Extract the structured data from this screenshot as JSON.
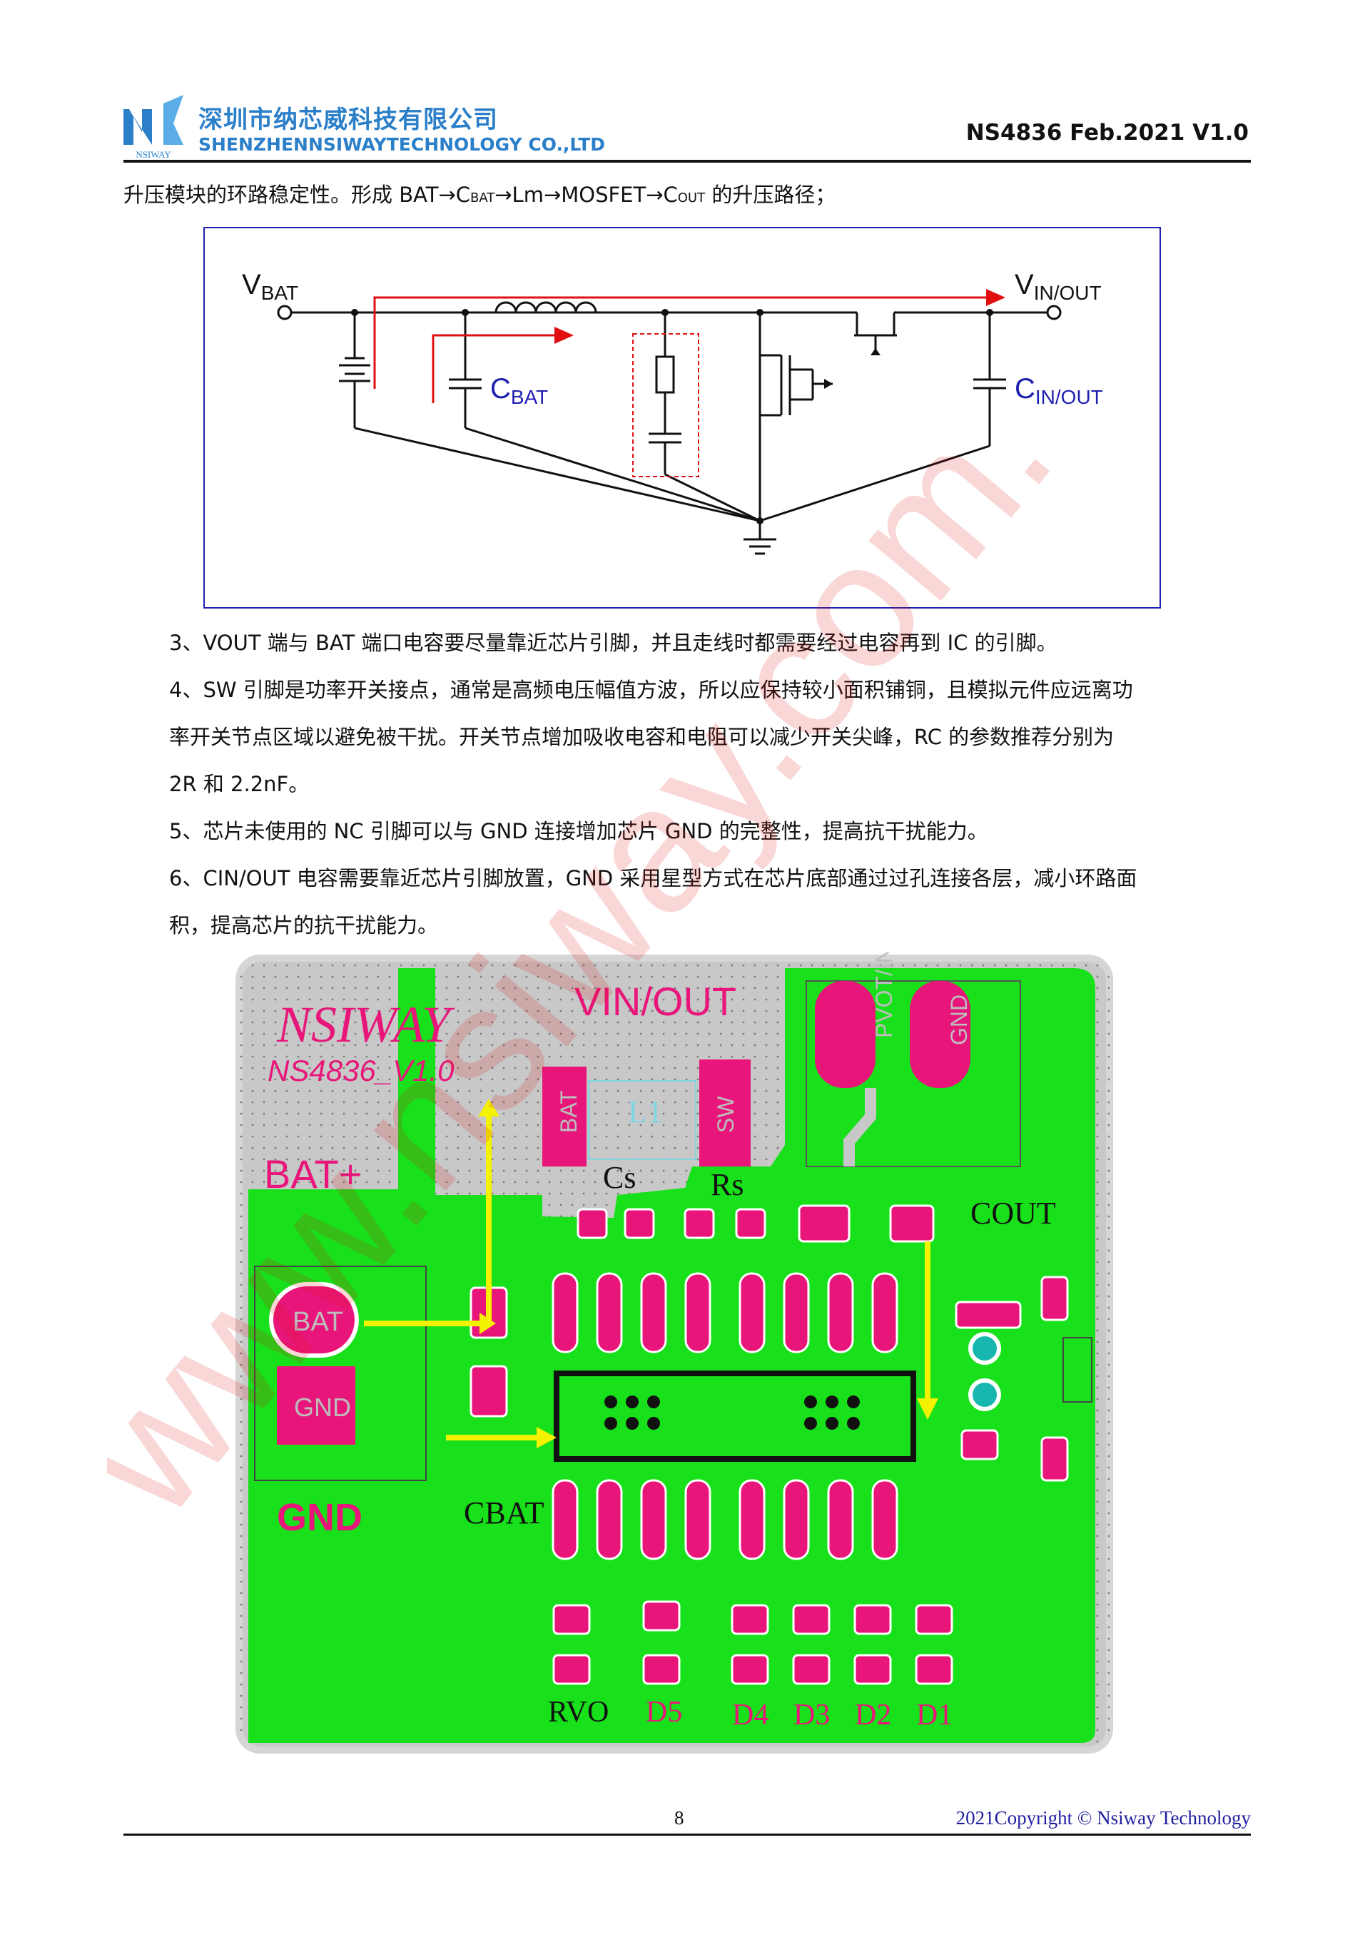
{
  "header": {
    "company_cn": "深圳市纳芯威科技有限公司",
    "company_en": "SHENZHENNSIWAYTECHNOLOGY CO.,LTD",
    "logo_text": "NSIWAY",
    "doc_id": "NS4836 Feb.2021 V1.0"
  },
  "intro": {
    "text_a": "升压模块的环路稳定性。形成 BAT→C",
    "sub_bat": "BAT",
    "text_b": "→Lm→MOSFET→C",
    "sub_out": "OUT",
    "text_c": " 的升压路径；"
  },
  "circuit": {
    "vbat_main": "V",
    "vbat_sub": "BAT",
    "vinout_main": "V",
    "vinout_sub": "IN/OUT",
    "cbat_main": "C",
    "cbat_sub": "BAT",
    "cinout_main": "C",
    "cinout_sub": "IN/OUT",
    "accent_red": "#e01010",
    "accent_blue": "#1f1fb0"
  },
  "items": {
    "item3": "3、VOUT 端与 BAT 端口电容要尽量靠近芯片引脚，并且走线时都需要经过电容再到 IC 的引脚。",
    "item4_l1": "4、SW 引脚是功率开关接点，通常是高频电压幅值方波，所以应保持较小面积铺铜，且模拟元件应远离功",
    "item4_l2": "率开关节点区域以避免被干扰。开关节点增加吸收电容和电阻可以减少开关尖峰，RC 的参数推荐分别为",
    "item4_l3": "2R 和 2.2nF。",
    "item5": "5、芯片未使用的 NC 引脚可以与 GND 连接增加芯片 GND 的完整性，提高抗干扰能力。",
    "item6_l1": "6、CIN/OUT 电容需要靠近芯片引脚放置，GND 采用星型方式在芯片底部通过过孔连接各层，减小环路面",
    "item6_l2": "积，提高芯片的抗干扰能力。"
  },
  "pcb": {
    "brand": "NSIWAY",
    "version": "NS4836_V1.0",
    "vinout": "VIN/OUT",
    "bat_plus": "BAT+",
    "gnd_big": "GND",
    "pad_bat": "BAT",
    "pad_sw": "SW",
    "inductor": "L1",
    "cs": "Cs",
    "rs": "Rs",
    "cout": "COUT",
    "cbat": "CBAT",
    "pvotin": "PVOT/IN",
    "gnd": "GND",
    "rvo": "RVO",
    "d5": "D5",
    "d4": "D4",
    "d3": "D3",
    "d2": "D2",
    "d1": "D1",
    "board_green": "#18e01a",
    "pad_magenta": "#e8167a",
    "arrow_yellow": "#f4f200"
  },
  "footer": {
    "page": "8",
    "copyright": "2021Copyright © Nsiway Technology"
  },
  "watermark": "www.nsiway.com.cn"
}
